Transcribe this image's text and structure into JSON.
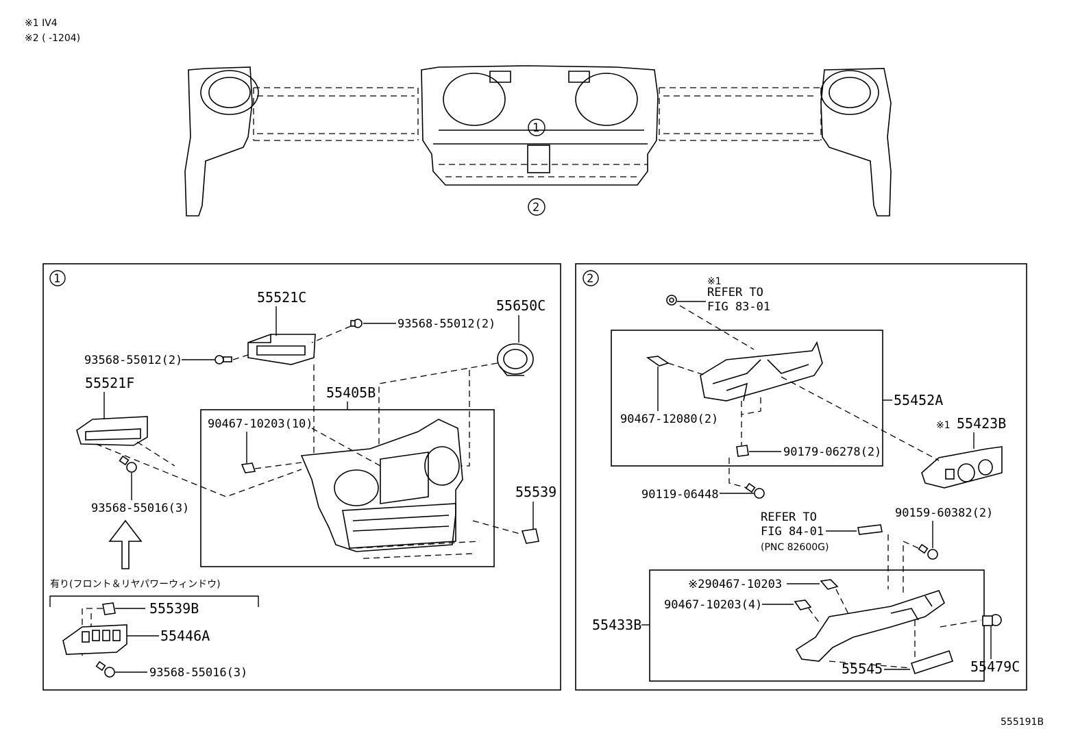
{
  "notes": [
    "※1  IV4",
    "※2 (       -1204)"
  ],
  "circle_1": "1",
  "circle_2": "2",
  "figure_code": "555191B",
  "panel1": {
    "labels": {
      "p55521C": "55521C",
      "p55650C": "55650C",
      "screw_top_right": "93568-55012(2)",
      "screw_top_left": "93568-55012(2)",
      "p55521F": "55521F",
      "p55405B": "55405B",
      "clip_10": "90467-10203(10)",
      "screw_mid": "93568-55016(3)",
      "p55539": "55539",
      "option_text": "有り(フロント＆リヤパワーウィンドウ)",
      "p55539B": "55539B",
      "p55446A": "55446A",
      "screw_bottom": "93568-55016(3)"
    }
  },
  "panel2": {
    "labels": {
      "note1_mark": "※1",
      "refer1_line1": "REFER TO",
      "refer1_line2": "FIG 83-01",
      "p55452A": "55452A",
      "clip_12080": "90467-12080(2)",
      "p55423B_mark": "※1",
      "p55423B": "55423B",
      "nut_06278": "90179-06278(2)",
      "bolt_06448": "90119-06448",
      "refer2_line1": "REFER TO",
      "refer2_line2": "FIG 84-01",
      "refer2_line3": "(PNC 82600G)",
      "screw_60382": "90159-60382(2)",
      "clip_note2": "※290467-10203",
      "clip_4": "90467-10203(4)",
      "p55433B": "55433B",
      "p55545": "55545",
      "p55479C": "55479C"
    }
  }
}
